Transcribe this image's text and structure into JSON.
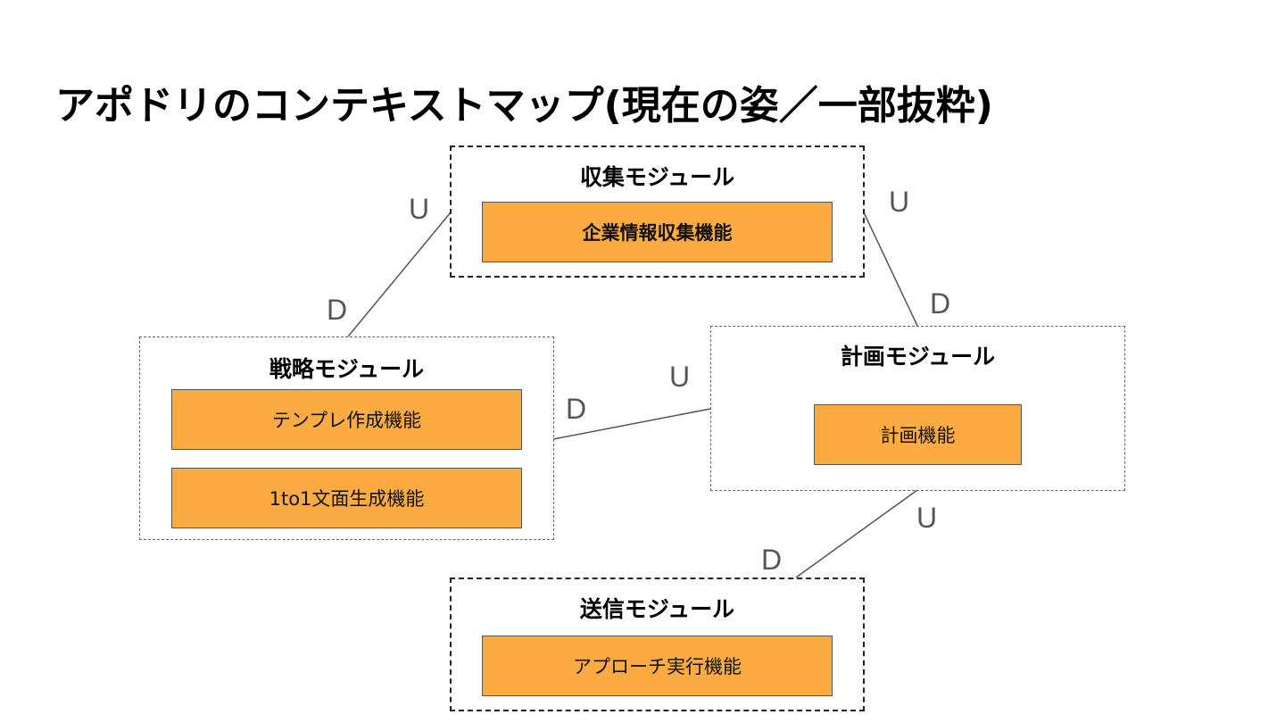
{
  "title": "アポドリのコンテキストマップ(現在の姿／一部抜粋)",
  "modules": {
    "collect": {
      "title": "収集モジュール",
      "functions": [
        "企業情報収集機能"
      ]
    },
    "strategy": {
      "title": "戦略モジュール",
      "functions": [
        "テンプレ作成機能",
        "1to1文面生成機能"
      ]
    },
    "plan": {
      "title": "計画モジュール",
      "functions": [
        "計画機能"
      ]
    },
    "send": {
      "title": "送信モジュール",
      "functions": [
        "アプローチ実行機能"
      ]
    }
  },
  "relations": [
    {
      "upstream": "収集モジュール",
      "downstream": "戦略モジュール",
      "u_label": "U",
      "d_label": "D"
    },
    {
      "upstream": "収集モジュール",
      "downstream": "計画モジュール",
      "u_label": "U",
      "d_label": "D"
    },
    {
      "upstream": "計画モジュール",
      "downstream": "戦略モジュール",
      "u_label": "U",
      "d_label": "D"
    },
    {
      "upstream": "計画モジュール",
      "downstream": "送信モジュール",
      "u_label": "U",
      "d_label": "D"
    }
  ],
  "colors": {
    "function_fill": "#fbab41",
    "function_border": "#555555",
    "line": "#555555"
  }
}
